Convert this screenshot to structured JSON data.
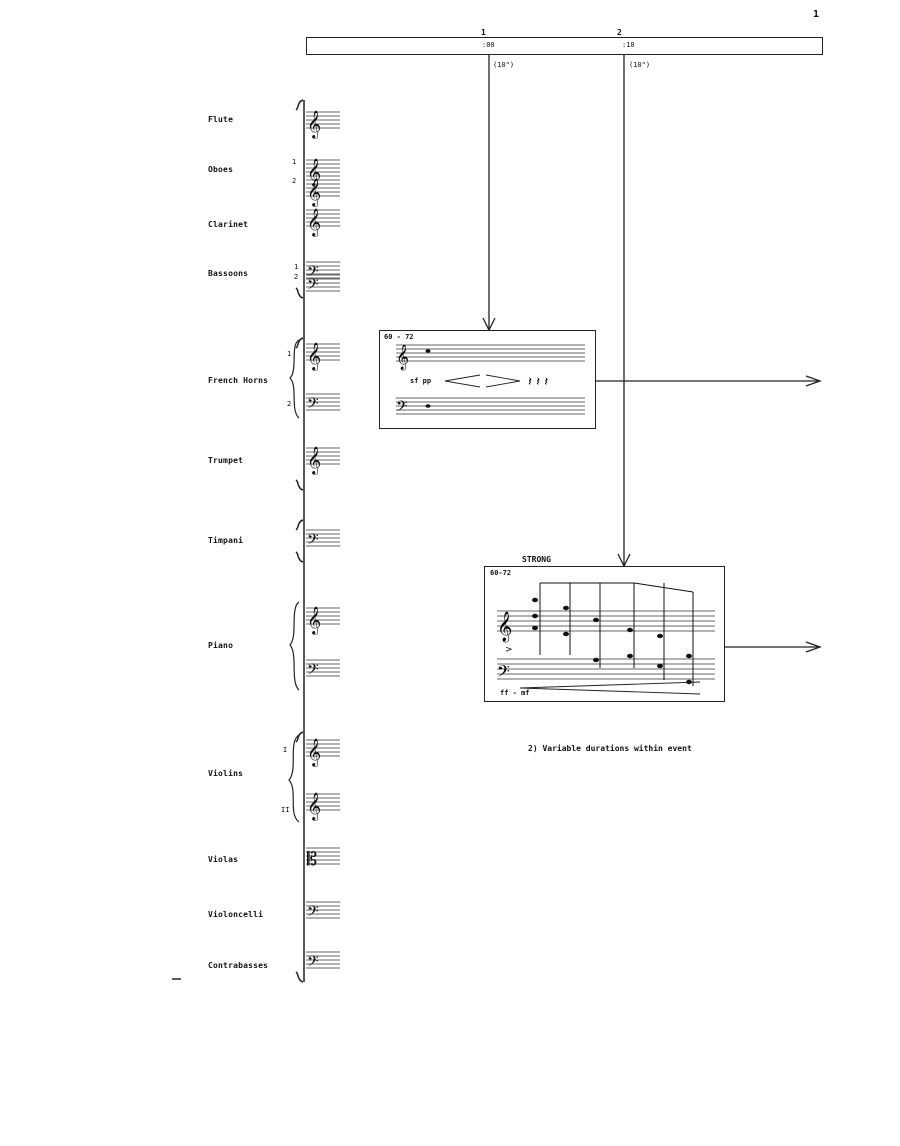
{
  "page": {
    "number": "1"
  },
  "timeline": {
    "markers": [
      {
        "index": "1",
        "time": ":00",
        "duration": "(10\")"
      },
      {
        "index": "2",
        "time": ":10",
        "duration": "(10\")"
      }
    ]
  },
  "instruments": [
    {
      "name": "Flute"
    },
    {
      "name": "Oboes",
      "parts": [
        "1",
        "2"
      ]
    },
    {
      "name": "Clarinet"
    },
    {
      "name": "Bassoons",
      "parts": [
        "1",
        "2"
      ]
    },
    {
      "name": "French Horns",
      "parts": [
        "1",
        "2"
      ]
    },
    {
      "name": "Trumpet"
    },
    {
      "name": "Timpani"
    },
    {
      "name": "Piano"
    },
    {
      "name": "Violins",
      "parts": [
        "I",
        "II"
      ]
    },
    {
      "name": "Violas"
    },
    {
      "name": "Violoncelli"
    },
    {
      "name": "Contrabasses"
    }
  ],
  "events": [
    {
      "tempo": "60 - 72",
      "dynamics": "sf pp",
      "label": ""
    },
    {
      "tempo": "60-72",
      "dynamics": "ff - mf",
      "label": "STRONG"
    }
  ],
  "footnote": "2) Variable durations within event"
}
